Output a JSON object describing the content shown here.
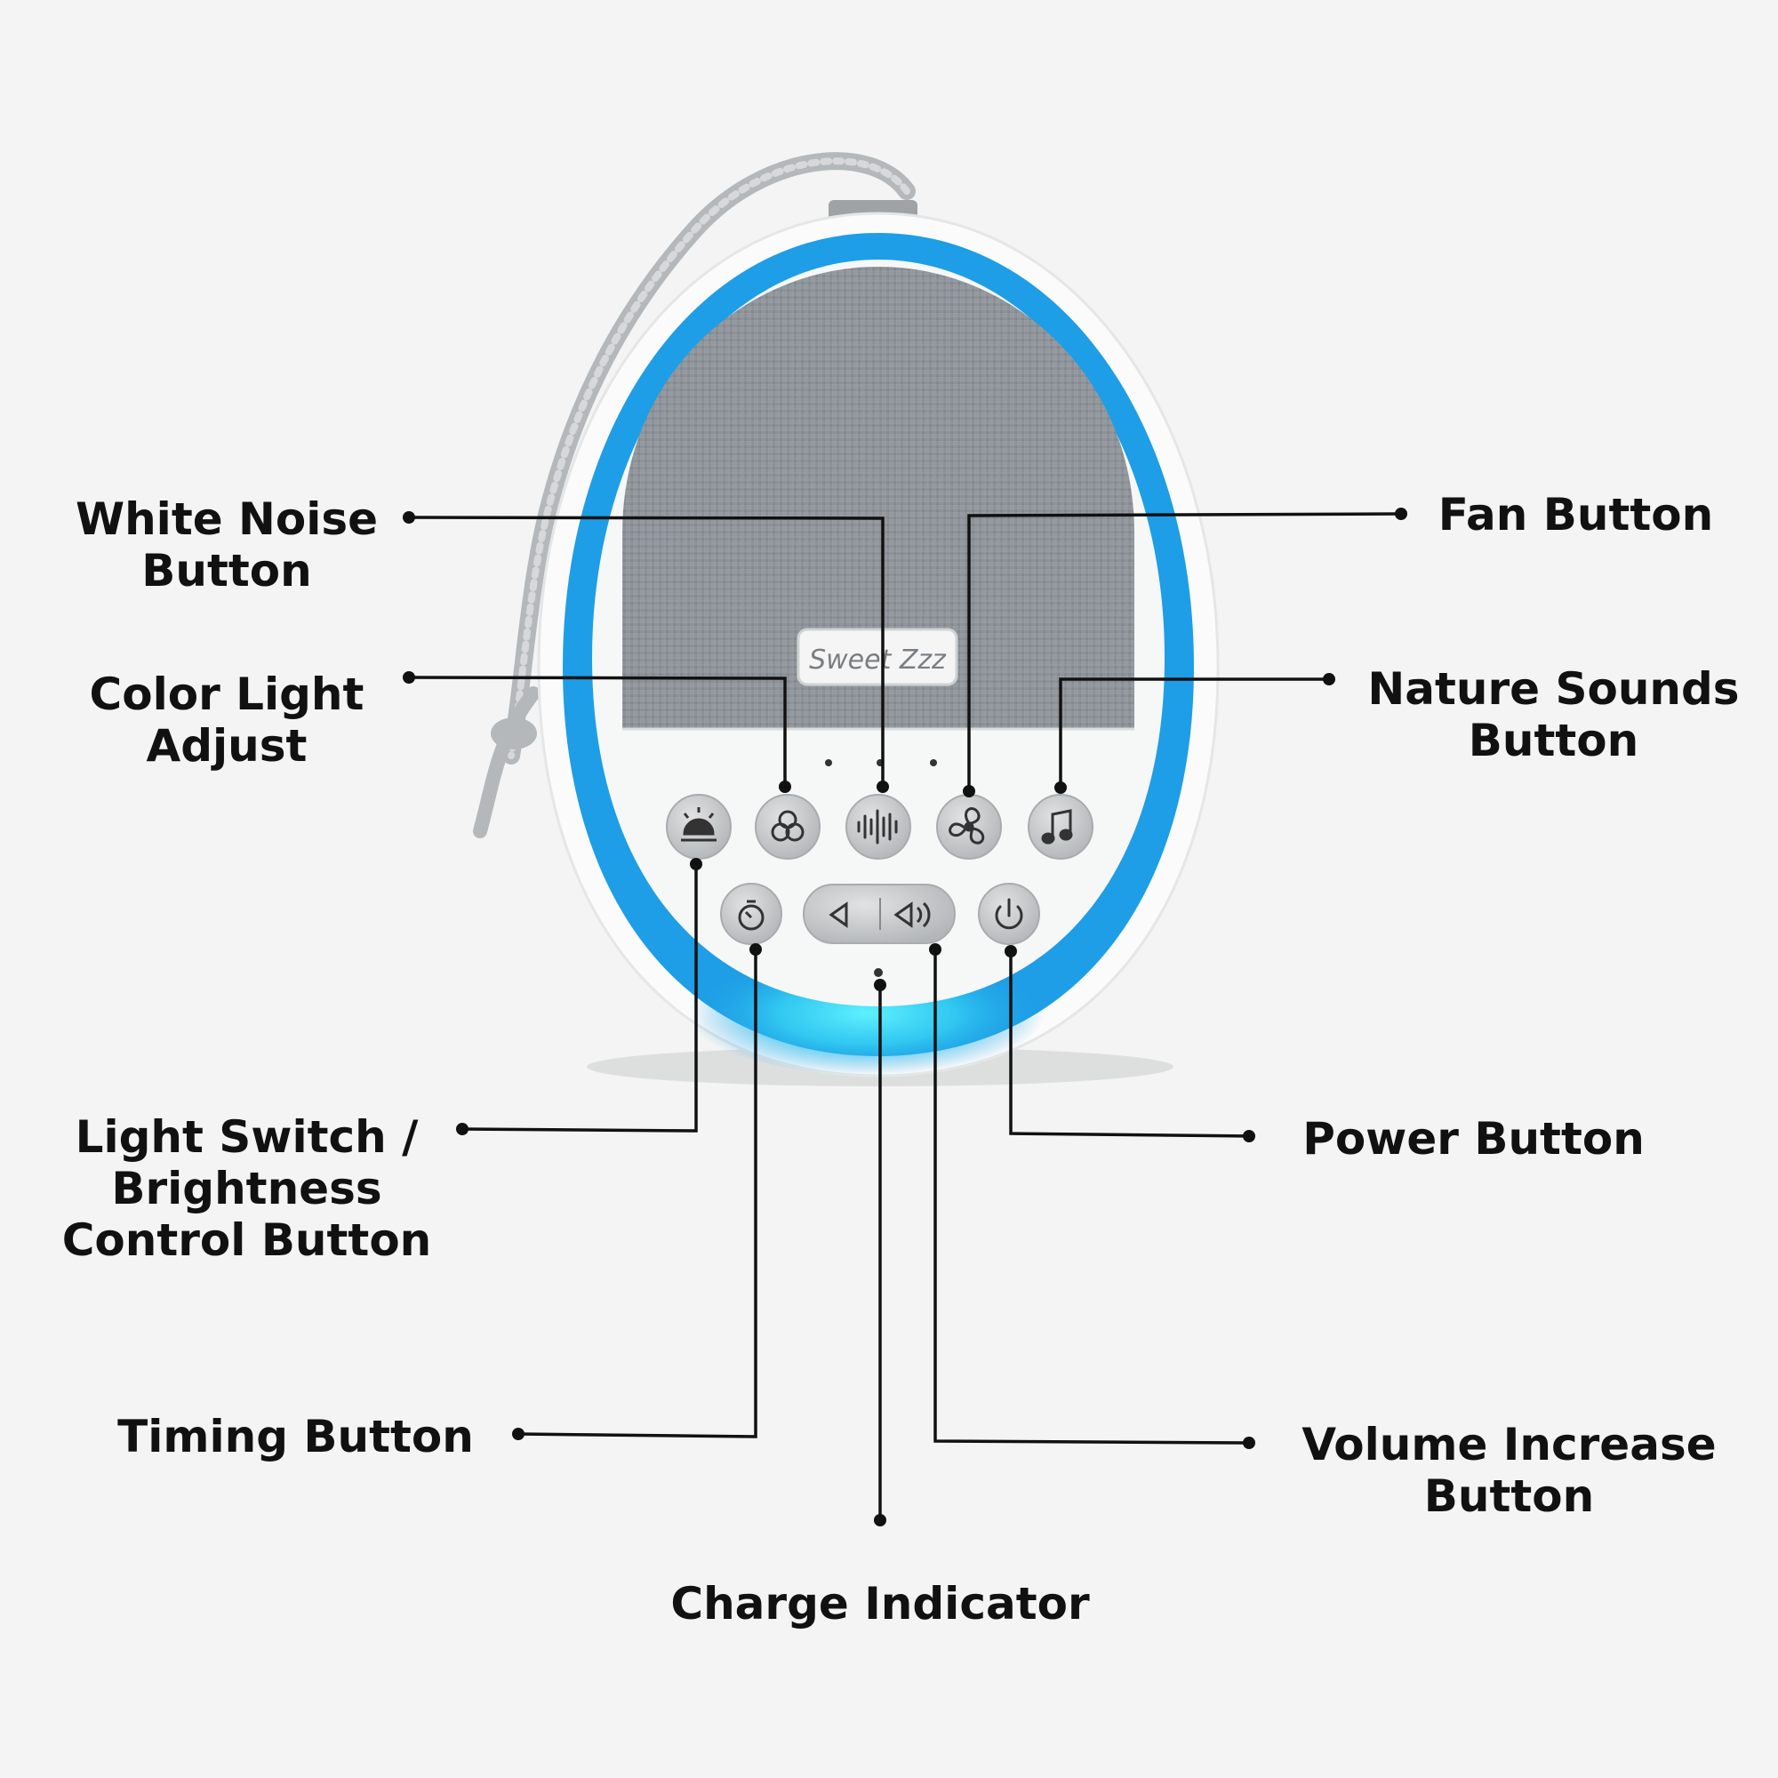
{
  "device": {
    "brand_logo": "Sweet Zzz",
    "colors": {
      "ring_blue": "#1e9ee6",
      "ring_glow": "#3cd8f5",
      "shell_white": "#fbfbfb",
      "fabric_gray": "#8a8f94",
      "button_gray": "#bfc2c4",
      "leader_line": "#111111",
      "background": "#f3f4f3"
    },
    "buttons": [
      {
        "id": "light-switch",
        "icon": "sun-icon"
      },
      {
        "id": "color-light",
        "icon": "color-circles-icon"
      },
      {
        "id": "white-noise",
        "icon": "waveform-icon"
      },
      {
        "id": "fan",
        "icon": "fan-icon"
      },
      {
        "id": "nature-sounds",
        "icon": "music-note-icon"
      },
      {
        "id": "timing",
        "icon": "timer-icon"
      },
      {
        "id": "volume",
        "icon": "volume-icon"
      },
      {
        "id": "power",
        "icon": "power-icon"
      }
    ]
  },
  "labels": {
    "white_noise": [
      "White Noise",
      "Button"
    ],
    "color_light": [
      "Color Light",
      "Adjust"
    ],
    "light_switch": [
      "Light Switch /",
      "Brightness",
      "Control Button"
    ],
    "timing": [
      "Timing Button"
    ],
    "charge": [
      "Charge Indicator"
    ],
    "fan": [
      "Fan Button"
    ],
    "nature": [
      "Nature Sounds",
      "Button"
    ],
    "power": [
      "Power Button"
    ],
    "volume_up": [
      "Volume Increase",
      "Button"
    ]
  }
}
